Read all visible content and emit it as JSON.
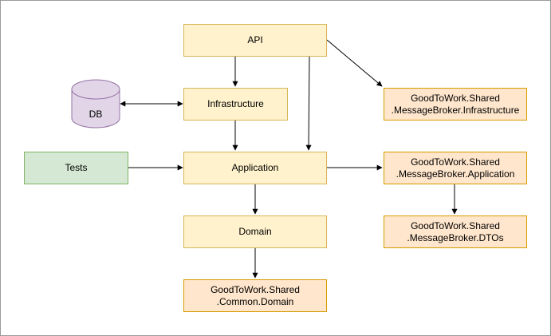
{
  "nodes": {
    "api": "API",
    "infrastructure": "Infrastructure",
    "application": "Application",
    "domain": "Domain",
    "tests": "Tests",
    "db": "DB",
    "shared_infrastructure": [
      "GoodToWork.Shared",
      ".MessageBroker.Infrastructure"
    ],
    "shared_application": [
      "GoodToWork.Shared",
      ".MessageBroker.Application"
    ],
    "shared_dtos": [
      "GoodToWork.Shared",
      ".MessageBroker.DTOs"
    ],
    "shared_common_domain": [
      "GoodToWork.Shared",
      ".Common.Domain"
    ]
  },
  "colors": {
    "service_fill": "#fff2cc",
    "service_stroke": "#d6b656",
    "shared_fill": "#ffe6cc",
    "shared_stroke": "#d79b00",
    "tests_fill": "#d5e8d4",
    "tests_stroke": "#82b366",
    "db_fill": "#e1d5e7",
    "db_stroke": "#9673a6"
  }
}
